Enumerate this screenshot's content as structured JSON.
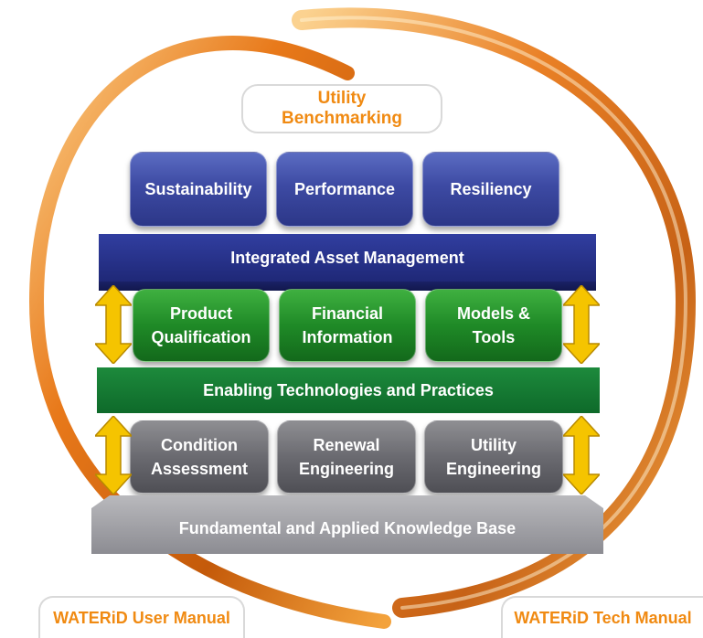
{
  "top_label": "Utility\nBenchmarking",
  "top_tiles": [
    "Sustainability",
    "Performance",
    "Resiliency"
  ],
  "band_top": "Integrated Asset Management",
  "middle_tiles": [
    "Product\nQualification",
    "Financial\nInformation",
    "Models &\nTools"
  ],
  "band_middle": "Enabling Technologies and Practices",
  "bottom_tiles": [
    "Condition\nAssessment",
    "Renewal\nEngineering",
    "Utility\nEngineering"
  ],
  "band_bottom": "Fundamental and Applied Knowledge Base",
  "left_label": "WATERiD User Manual",
  "right_label": "WATERiD Tech Manual",
  "colors": {
    "accent_orange": "#f08a12",
    "tier_blue": "#2c3788",
    "tier_green": "#13691b",
    "tier_gray": "#6a6a70",
    "arrow_yellow": "#f5c400"
  }
}
